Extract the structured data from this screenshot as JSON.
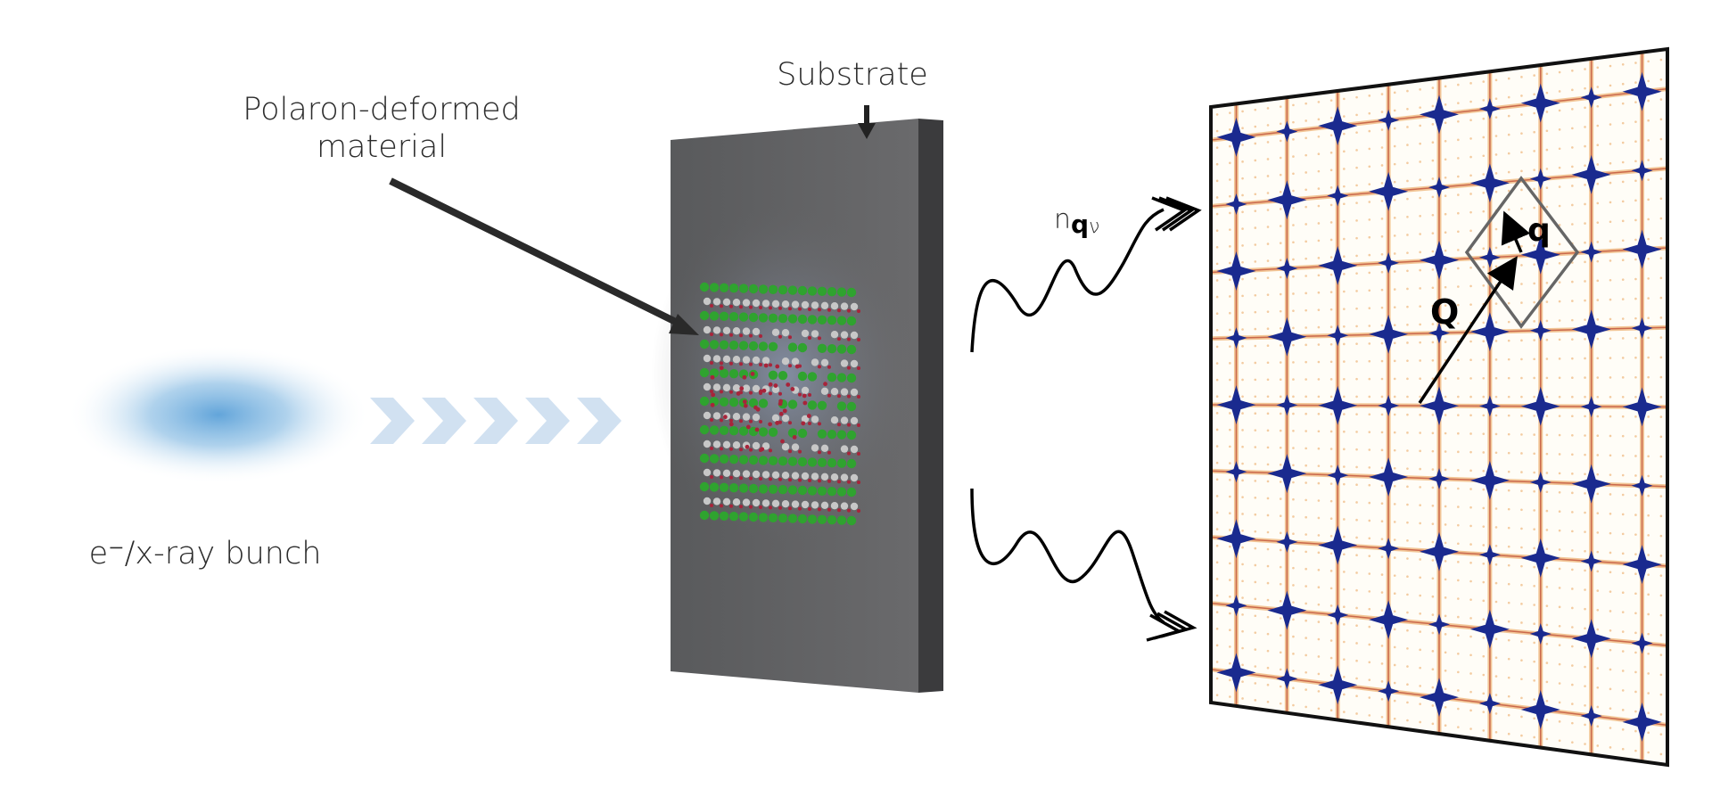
{
  "labels": {
    "substrate": "Substrate",
    "polaron_line1": "Polaron-deformed",
    "polaron_line2": "material",
    "bunch": "e⁻/x-ray bunch",
    "phonon_n": "n",
    "phonon_q": "q",
    "phonon_nu": "ν",
    "vec_Q": "Q",
    "vec_q": "q"
  },
  "colors": {
    "beam_blue": "#5aa0d8",
    "chevron_blue": "#c9dcef",
    "substrate_face": "#5b5b5d",
    "substrate_side": "#3a3a3c",
    "atom_green": "#2fa32f",
    "atom_grey": "#c7c7c7",
    "atom_red": "#a8243a",
    "bragg_blue": "#1a2a8f",
    "diffuse_orange": "#e89a4a",
    "diffuse_red": "#b02a1a"
  }
}
